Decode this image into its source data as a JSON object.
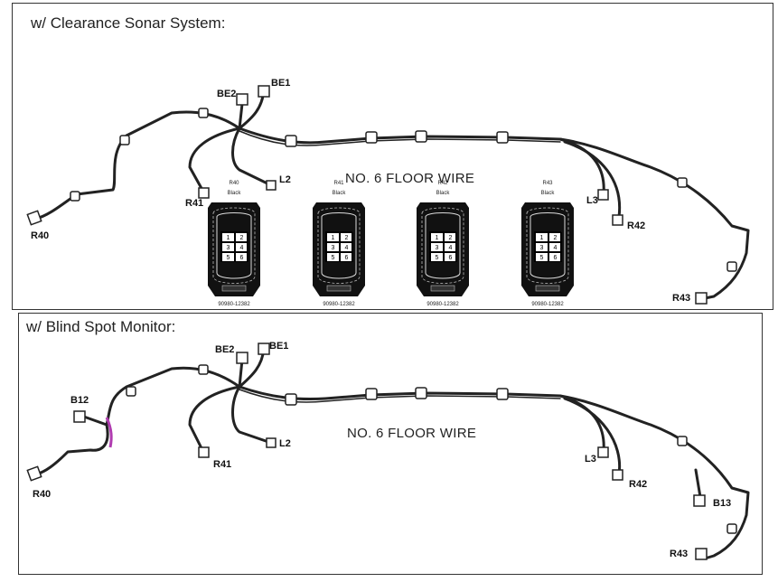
{
  "top_panel": {
    "title": "w/ Clearance Sonar System:",
    "wire_label": "NO. 6 FLOOR WIRE",
    "labels": {
      "be1": "BE1",
      "be2": "BE2",
      "l2": "L2",
      "r41": "R41",
      "r40": "R40",
      "l3": "L3",
      "r42": "R42",
      "r43": "R43"
    },
    "connector_views": [
      {
        "name": "R40",
        "color": "Black",
        "part": "90980-12382",
        "pins": [
          "1",
          "2",
          "3",
          "4",
          "5",
          "6"
        ]
      },
      {
        "name": "R41",
        "color": "Black",
        "part": "90980-12382",
        "pins": [
          "1",
          "2",
          "3",
          "4",
          "5",
          "6"
        ]
      },
      {
        "name": "R42",
        "color": "Black",
        "part": "90980-12382",
        "pins": [
          "1",
          "2",
          "3",
          "4",
          "5",
          "6"
        ]
      },
      {
        "name": "R43",
        "color": "Black",
        "part": "90980-12382",
        "pins": [
          "1",
          "2",
          "3",
          "4",
          "5",
          "6"
        ]
      }
    ]
  },
  "bottom_panel": {
    "title": "w/ Blind Spot Monitor:",
    "wire_label": "NO. 6 FLOOR WIRE",
    "labels": {
      "be1": "BE1",
      "be2": "BE2",
      "b12": "B12",
      "l2": "L2",
      "r41": "R41",
      "r40": "R40",
      "l3": "L3",
      "r42": "R42",
      "b13": "B13",
      "r43": "R43"
    }
  },
  "colors": {
    "wire": "#222222",
    "highlight_wire": "#b03cb0",
    "connector_fill": "#111111"
  }
}
